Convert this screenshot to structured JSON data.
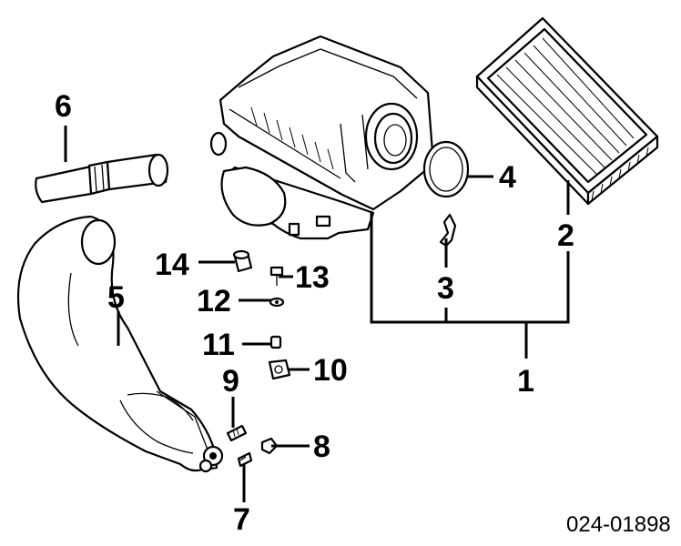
{
  "diagram": {
    "part_number": "024-01898",
    "callouts": {
      "c1": "1",
      "c2": "2",
      "c3": "3",
      "c4": "4",
      "c5": "5",
      "c6": "6",
      "c7": "7",
      "c8": "8",
      "c9": "9",
      "c10": "10",
      "c11": "11",
      "c12": "12",
      "c13": "13",
      "c14": "14"
    }
  }
}
